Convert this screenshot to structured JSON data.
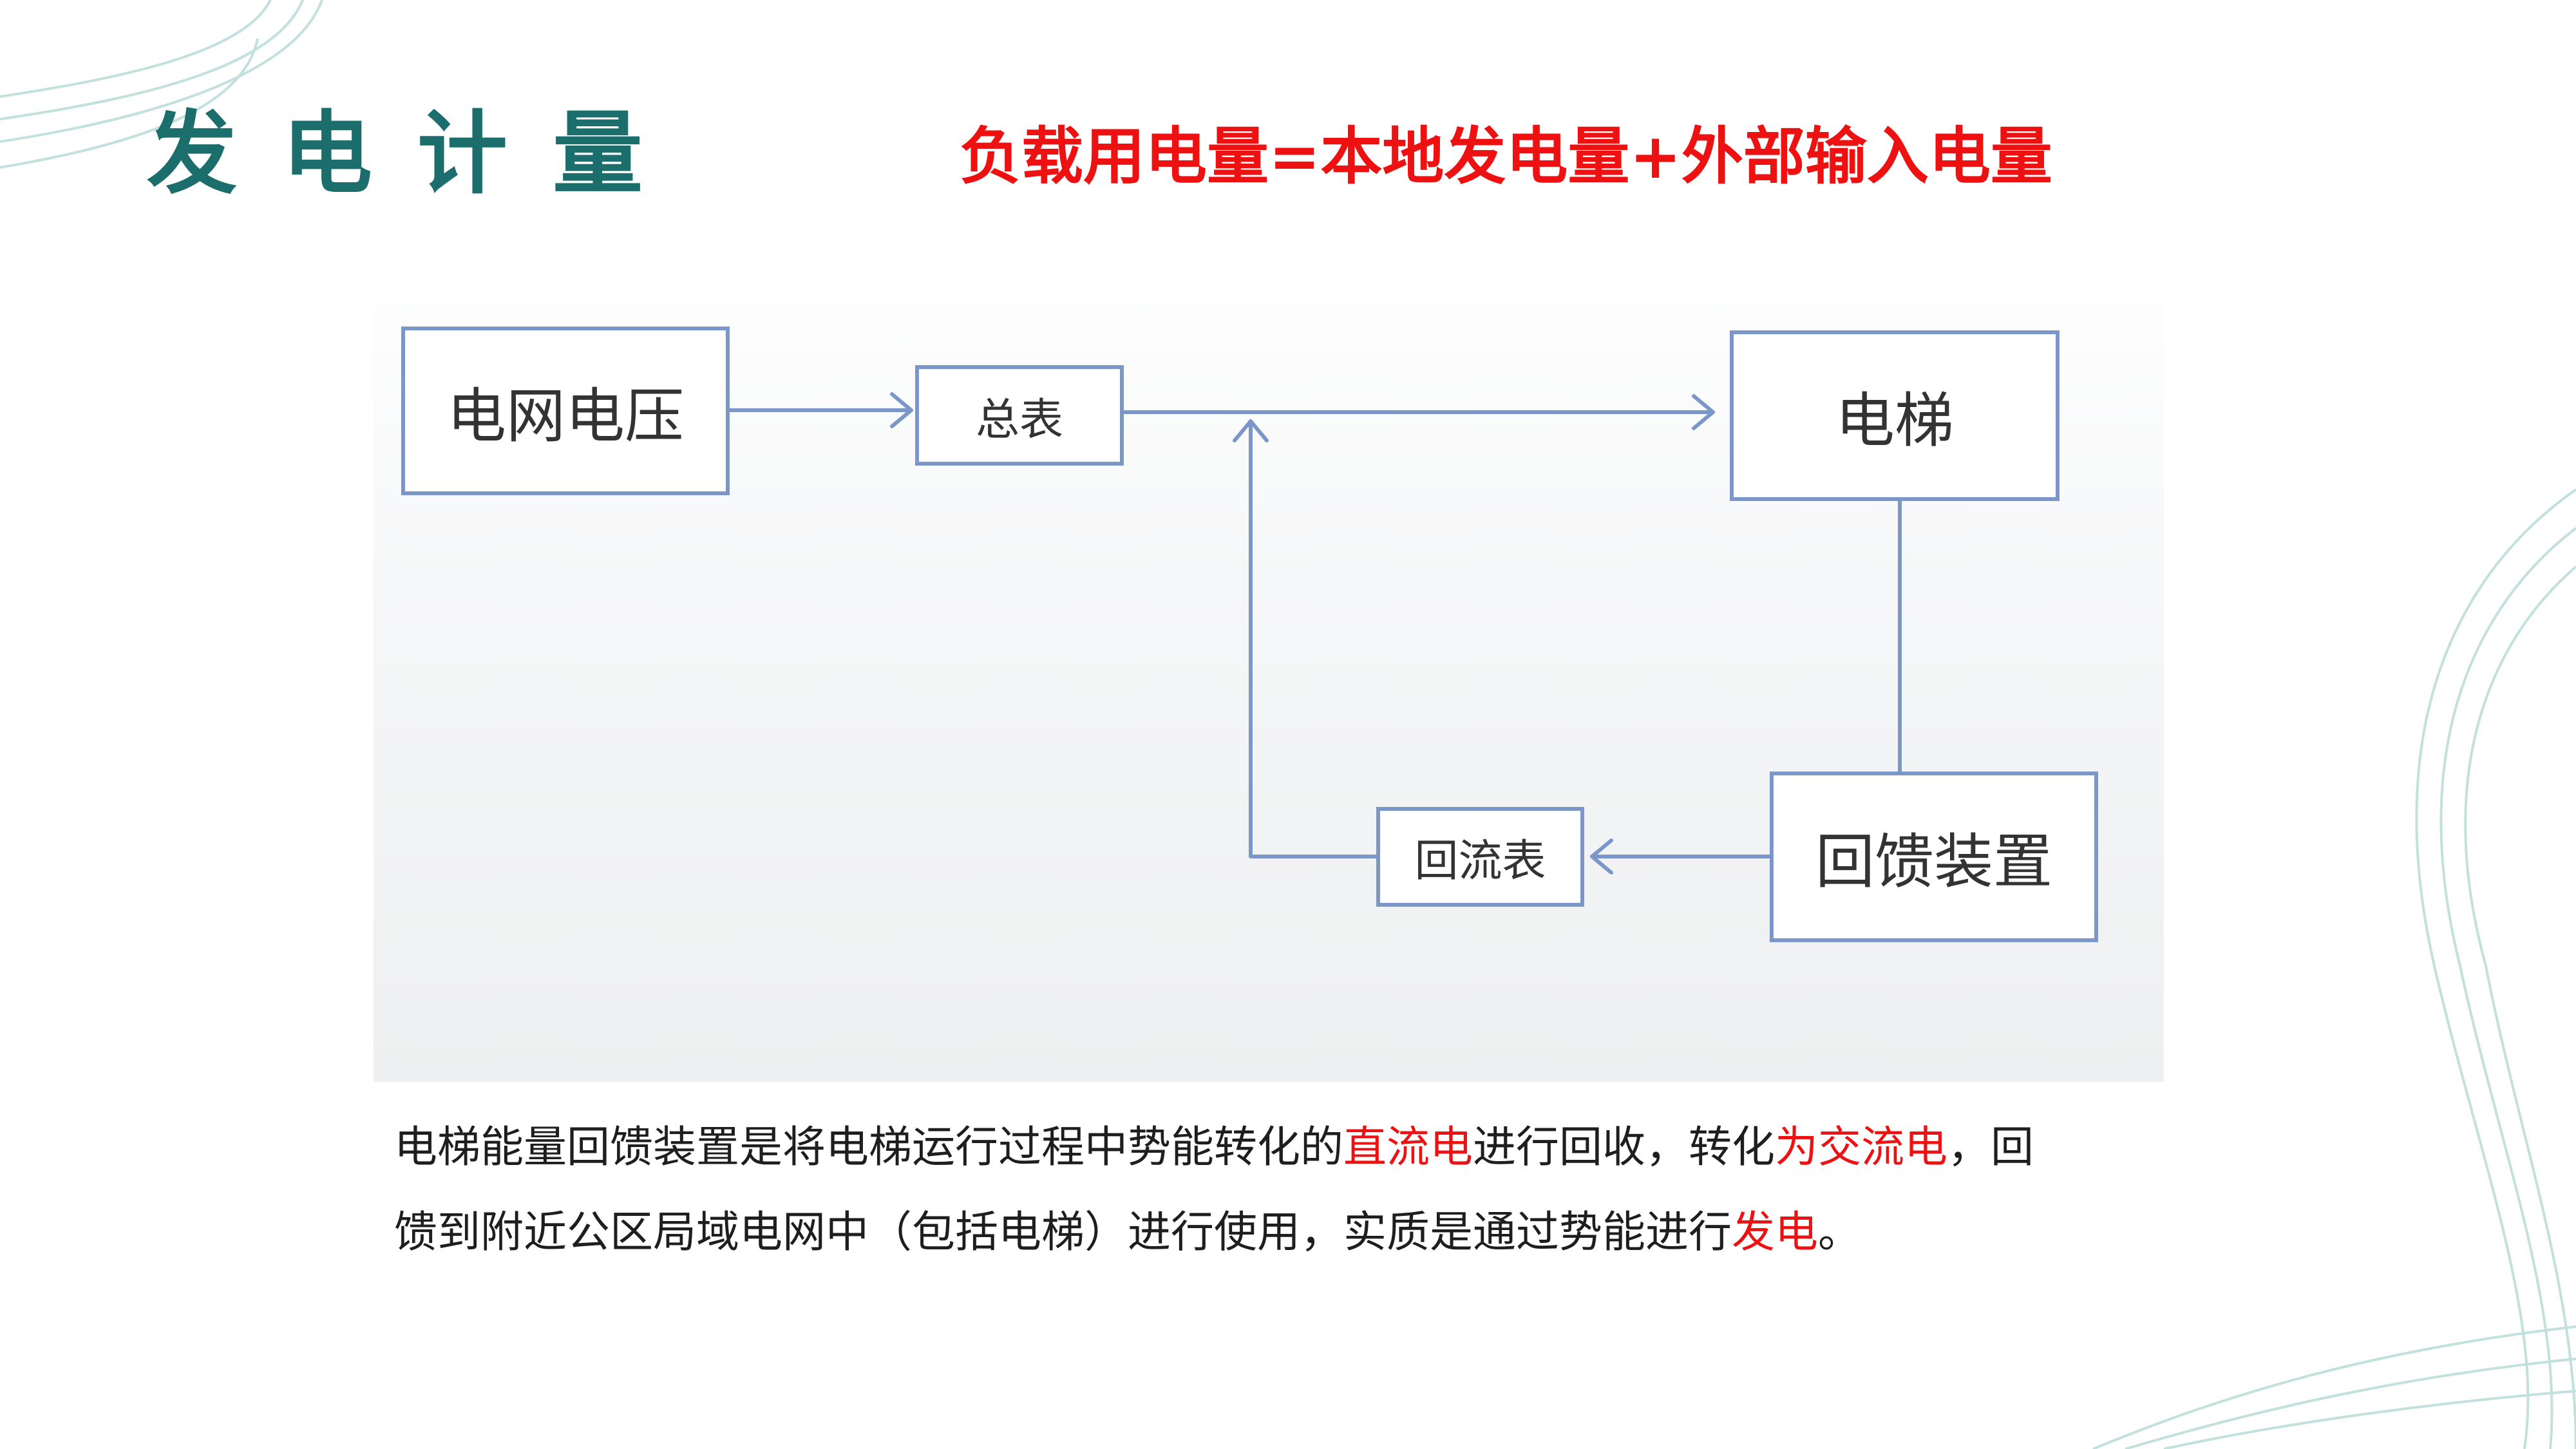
{
  "title": "发电计量",
  "formula": "负载用电量=本地发电量+外部输入电量",
  "colors": {
    "title": "#1b6e6c",
    "highlight": "#ee1111",
    "diagram_border": "#7b96c8",
    "decoration": "#8fc7c4"
  },
  "diagram": {
    "nodes": {
      "grid_voltage": "电网电压",
      "main_meter": "总表",
      "elevator": "电梯",
      "feedback_device": "回馈装置",
      "backflow_meter": "回流表"
    }
  },
  "description": {
    "line1": {
      "part1": "电梯能量回馈装置是将电梯运行过程中势能转化的",
      "hl1": "直流电",
      "part2": "进行回收，转化",
      "hl2": "为交流电",
      "part3": "，回"
    },
    "line2": {
      "part1": "馈到附近公区局域电网中（包括电梯）进行使用，实质是通过势能进行",
      "hl1": "发电",
      "part2": "。"
    }
  }
}
